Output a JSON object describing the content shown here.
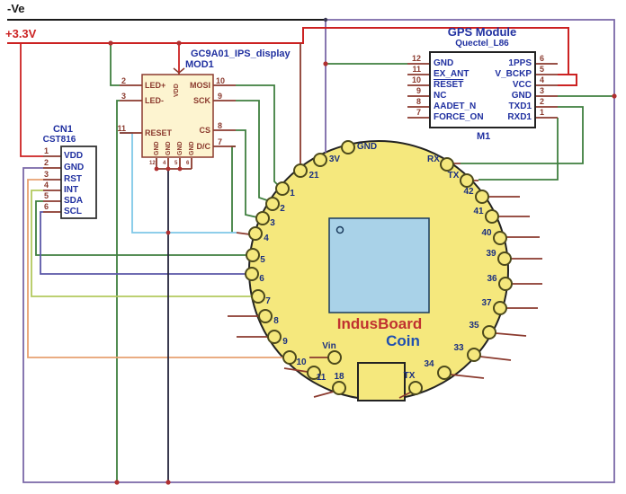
{
  "power": {
    "negative_rail": "-Ve",
    "positive_rail": "+3.3V"
  },
  "cn1": {
    "title": "CN1",
    "part": "CST816",
    "pins": [
      {
        "num": "1",
        "name": "VDD"
      },
      {
        "num": "2",
        "name": "GND"
      },
      {
        "num": "3",
        "name": "RST"
      },
      {
        "num": "4",
        "name": "INT"
      },
      {
        "num": "5",
        "name": "SDA"
      },
      {
        "num": "6",
        "name": "SCL"
      }
    ]
  },
  "display": {
    "title": "GC9A01_IPS_display",
    "ref": "MOD1",
    "top_pin": "VDD",
    "left_pins": [
      {
        "num": "2",
        "name": "LED+"
      },
      {
        "num": "3",
        "name": "LED-"
      },
      {
        "num": "11",
        "name": "RESET"
      }
    ],
    "right_pins": [
      {
        "num": "10",
        "name": "MOSI"
      },
      {
        "num": "9",
        "name": "SCK"
      },
      {
        "num": "8",
        "name": "CS"
      },
      {
        "num": "7",
        "name": "D/C"
      }
    ],
    "bottom_pins": [
      {
        "num": "12",
        "name": "GND"
      },
      {
        "num": "4",
        "name": "GND"
      },
      {
        "num": "5",
        "name": "GND"
      },
      {
        "num": "6",
        "name": "GND"
      }
    ]
  },
  "gps": {
    "title": "GPS Module",
    "part": "Quectel_L86",
    "ref": "M1",
    "left_pins": [
      {
        "num": "12",
        "name": "GND"
      },
      {
        "num": "11",
        "name": "EX_ANT"
      },
      {
        "num": "10",
        "name": "RESET"
      },
      {
        "num": "9",
        "name": "NC"
      },
      {
        "num": "8",
        "name": "AADET_N"
      },
      {
        "num": "7",
        "name": "FORCE_ON"
      }
    ],
    "right_pins": [
      {
        "num": "6",
        "name": "1PPS"
      },
      {
        "num": "5",
        "name": "V_BCKP"
      },
      {
        "num": "4",
        "name": "VCC"
      },
      {
        "num": "3",
        "name": "GND"
      },
      {
        "num": "2",
        "name": "TXD1"
      },
      {
        "num": "1",
        "name": "RXD1"
      }
    ]
  },
  "coin": {
    "line1": "IndusBoard",
    "line2": "Coin",
    "pins": [
      "GND",
      "3V",
      "21",
      "1",
      "2",
      "3",
      "4",
      "5",
      "6",
      "7",
      "8",
      "9",
      "10",
      "11",
      "18",
      "Vin",
      "TX",
      "RX",
      "TX",
      "42",
      "41",
      "40",
      "39",
      "36",
      "37",
      "35",
      "33",
      "34"
    ]
  },
  "colors": {
    "positive": "#cc2222",
    "negative_black": "#1a1a1a",
    "negative_purple": "#7a68a8",
    "wire_green": "#3f7f3f",
    "wire_cyan": "#7fc8e8",
    "wire_indigo": "#5b57a8",
    "wire_orange": "#e8a070",
    "wire_yellow_green": "#b2c95e",
    "stub_maroon": "#8b3a2e",
    "board_yellow": "#f5e87d",
    "module_cream": "#fdf4d0",
    "chip_blue": "#a9d2e8",
    "junction": "#b03030",
    "label_blue": "#2030a0",
    "title_red": "#c03030"
  }
}
